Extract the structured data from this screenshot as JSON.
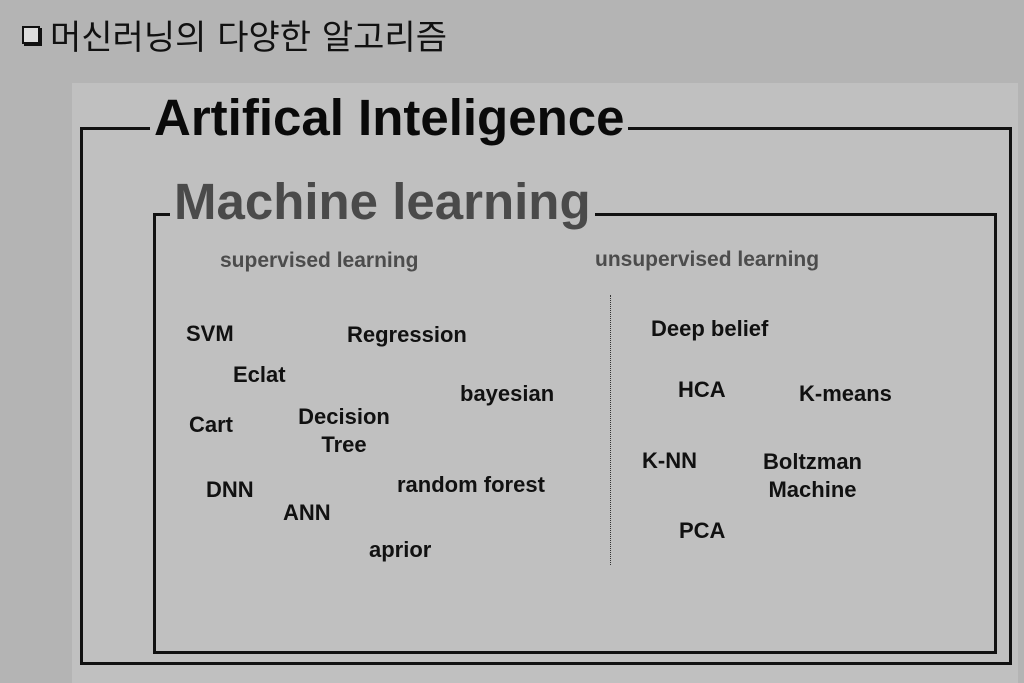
{
  "slide_title": "머신러닝의 다양한 알고리즘",
  "diagram": {
    "outer_title": "Artifical Inteligence",
    "inner_title": "Machine learning",
    "supervised": {
      "label": "supervised learning",
      "items": [
        "SVM",
        "Regression",
        "Eclat",
        "bayesian",
        "Cart",
        "Decision Tree",
        "DNN",
        "random forest",
        "ANN",
        "aprior"
      ]
    },
    "unsupervised": {
      "label": "unsupervised learning",
      "items": [
        "Deep belief",
        "HCA",
        "K-means",
        "K-NN",
        "Boltzman Machine",
        "PCA"
      ]
    }
  }
}
